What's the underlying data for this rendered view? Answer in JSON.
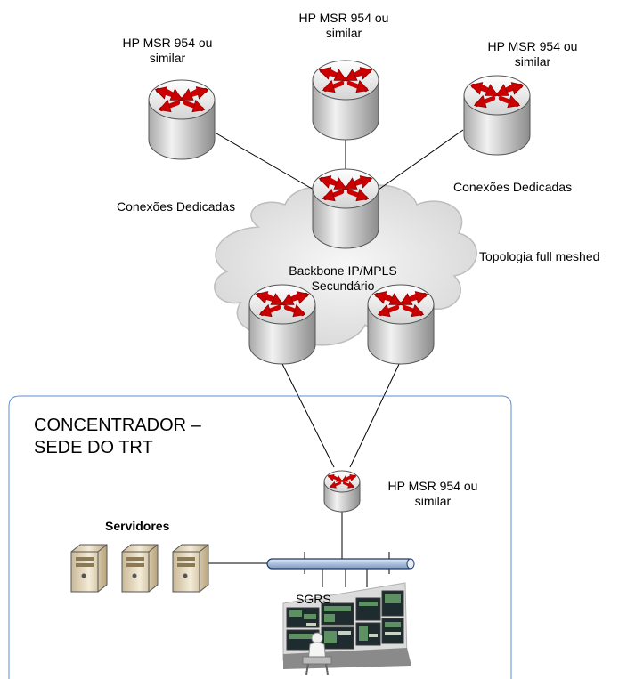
{
  "nodes": {
    "router_top_left": "HP MSR 954 ou\nsimilar",
    "router_top_center": "HP MSR 954 ou\nsimilar",
    "router_top_right": "HP MSR 954 ou\nsimilar",
    "router_concentrator": "HP MSR 954 ou\nsimilar"
  },
  "labels": {
    "conexoes_left": "Conexões Dedicadas",
    "conexoes_right": "Conexões Dedicadas",
    "topologia": "Topologia full meshed",
    "backbone": "Backbone IP/MPLS\nSecundário",
    "concentrador": "CONCENTRADOR –\nSEDE DO TRT",
    "servidores": "Servidores",
    "sgrs": "SGRS"
  },
  "colors": {
    "router_body": "#d9d9d9",
    "arrow": "#cc0000",
    "cloud": "#e4e4e4",
    "box_border": "#5b8fd6",
    "bus": "#b8cce4"
  }
}
